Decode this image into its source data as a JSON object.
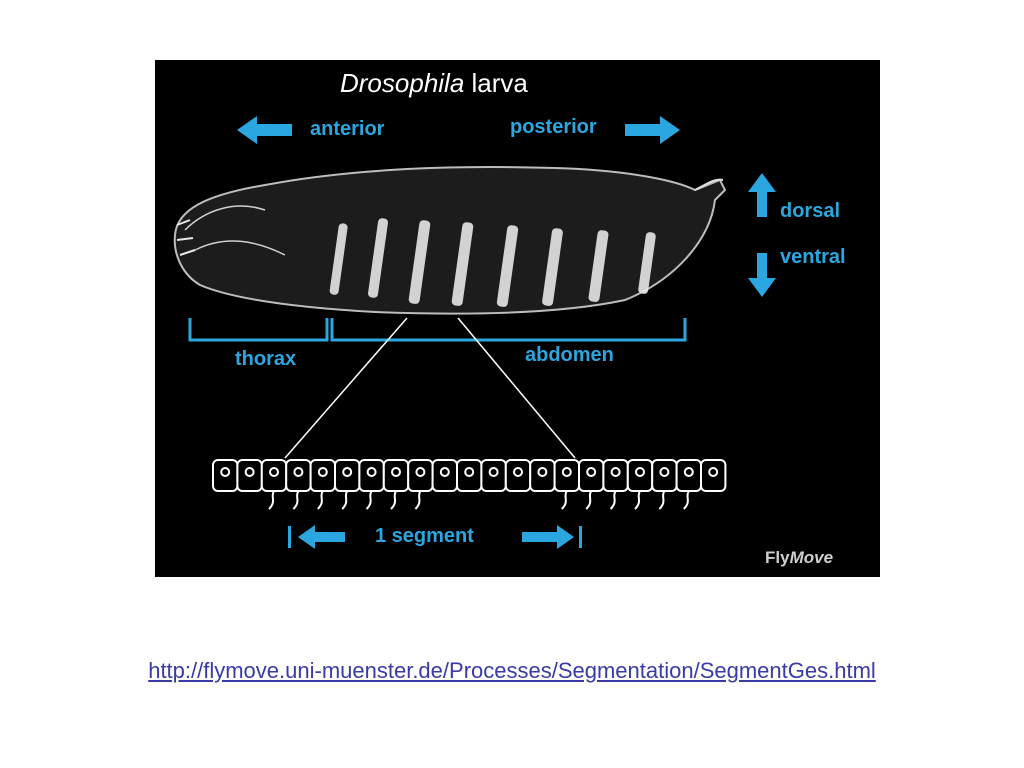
{
  "figure": {
    "title": {
      "italic": "Drosophila",
      "normal": " larva"
    },
    "labels": {
      "anterior": "anterior",
      "posterior": "posterior",
      "dorsal": "dorsal",
      "ventral": "ventral",
      "thorax": "thorax",
      "abdomen": "abdomen",
      "segment": "1 segment"
    },
    "credit": {
      "normal": "Fly",
      "italic": "Move"
    },
    "colors": {
      "accent": "#2aa7e0",
      "background": "#000000"
    }
  },
  "link": {
    "text": "http://flymove.uni-muenster.de/Processes/Segmentation/SegmentGes.html",
    "color": "#3a3aa8"
  }
}
